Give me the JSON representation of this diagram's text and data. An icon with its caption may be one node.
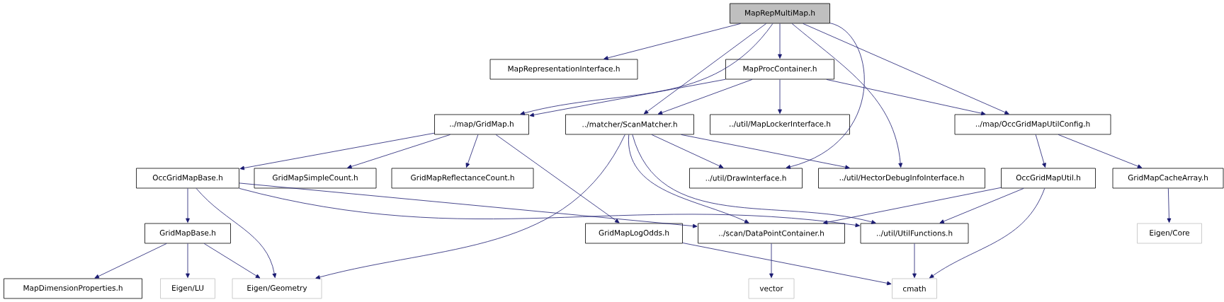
{
  "diagram": {
    "nodes": [
      {
        "text": [
          "MapRepMultiMap.h"
        ]
      },
      {
        "text": [
          "MapRepresentationInterface.h"
        ]
      },
      {
        "text": [
          "MapProcContainer.h"
        ]
      },
      {
        "text": [
          "../map/GridMap.h"
        ]
      },
      {
        "text": [
          "../matcher/ScanMatcher.h"
        ]
      },
      {
        "text": [
          "../util/MapLockerInterface.h"
        ]
      },
      {
        "text": [
          "../map/OccGridMapUtilConfig.h"
        ]
      },
      {
        "text": [
          "OccGridMapBase.h"
        ]
      },
      {
        "text": [
          "GridMapSimpleCount.h"
        ]
      },
      {
        "text": [
          "GridMapReflectanceCount.h"
        ]
      },
      {
        "text": [
          "../util/DrawInterface.h"
        ]
      },
      {
        "text": [
          "../util/HectorDebugInfoInterface.h"
        ]
      },
      {
        "text": [
          "OccGridMapUtil.h"
        ]
      },
      {
        "text": [
          "GridMapCacheArray.h"
        ]
      },
      {
        "text": [
          "GridMapBase.h"
        ]
      },
      {
        "text": [
          "GridMapLogOdds.h"
        ]
      },
      {
        "text": [
          "../scan/DataPointContainer.h"
        ]
      },
      {
        "text": [
          "../util/UtilFunctions.h"
        ]
      },
      {
        "text": [
          "Eigen/Core"
        ]
      },
      {
        "text": [
          "MapDimensionProperties.h"
        ]
      },
      {
        "text": [
          "Eigen/LU"
        ]
      },
      {
        "text": [
          "Eigen/Geometry"
        ]
      },
      {
        "text": [
          "vector"
        ]
      },
      {
        "text": [
          "cmath"
        ]
      }
    ],
    "edges": [
      {
        "from": 0,
        "to": 1,
        "arrow": "to"
      },
      {
        "from": 0,
        "to": 3,
        "arrow": "to"
      },
      {
        "from": 0,
        "to": 4,
        "arrow": "to"
      },
      {
        "from": 0,
        "to": 2,
        "arrow": "to"
      },
      {
        "from": 0,
        "to": 10,
        "arrow": "to"
      },
      {
        "from": 0,
        "to": 11,
        "arrow": "to"
      },
      {
        "from": 0,
        "to": 6,
        "arrow": "to"
      },
      {
        "from": 2,
        "to": 3,
        "arrow": "to"
      },
      {
        "from": 2,
        "to": 4,
        "arrow": "to"
      },
      {
        "from": 2,
        "to": 5,
        "arrow": "to"
      },
      {
        "from": 2,
        "to": 6,
        "arrow": "to"
      },
      {
        "from": 3,
        "to": 7,
        "arrow": "to"
      },
      {
        "from": 3,
        "to": 8,
        "arrow": "to"
      },
      {
        "from": 3,
        "to": 9,
        "arrow": "to"
      },
      {
        "from": 3,
        "to": 15,
        "arrow": "to"
      },
      {
        "from": 4,
        "to": 21,
        "arrow": "to"
      },
      {
        "from": 4,
        "to": 16,
        "arrow": "to"
      },
      {
        "from": 4,
        "to": 17,
        "arrow": "to"
      },
      {
        "from": 4,
        "to": 10,
        "arrow": "to"
      },
      {
        "from": 4,
        "to": 11,
        "arrow": "to"
      },
      {
        "from": 6,
        "to": 12,
        "arrow": "to"
      },
      {
        "from": 6,
        "to": 13,
        "arrow": "to"
      },
      {
        "from": 7,
        "to": 14,
        "arrow": "to"
      },
      {
        "from": 7,
        "to": 21,
        "arrow": "to"
      },
      {
        "from": 7,
        "to": 16,
        "arrow": "to"
      },
      {
        "from": 7,
        "to": 17,
        "arrow": "to"
      },
      {
        "from": 14,
        "to": 19,
        "arrow": "to"
      },
      {
        "from": 14,
        "to": 20,
        "arrow": "to"
      },
      {
        "from": 14,
        "to": 21,
        "arrow": "to"
      },
      {
        "from": 12,
        "to": 16,
        "arrow": "to"
      },
      {
        "from": 12,
        "to": 17,
        "arrow": "to"
      },
      {
        "from": 12,
        "to": 23,
        "arrow": "to"
      },
      {
        "from": 13,
        "to": 18,
        "arrow": "to"
      },
      {
        "from": 15,
        "to": 23,
        "arrow": "to"
      },
      {
        "from": 16,
        "to": 22,
        "arrow": "to"
      },
      {
        "from": 17,
        "to": 23,
        "arrow": "to"
      }
    ]
  }
}
